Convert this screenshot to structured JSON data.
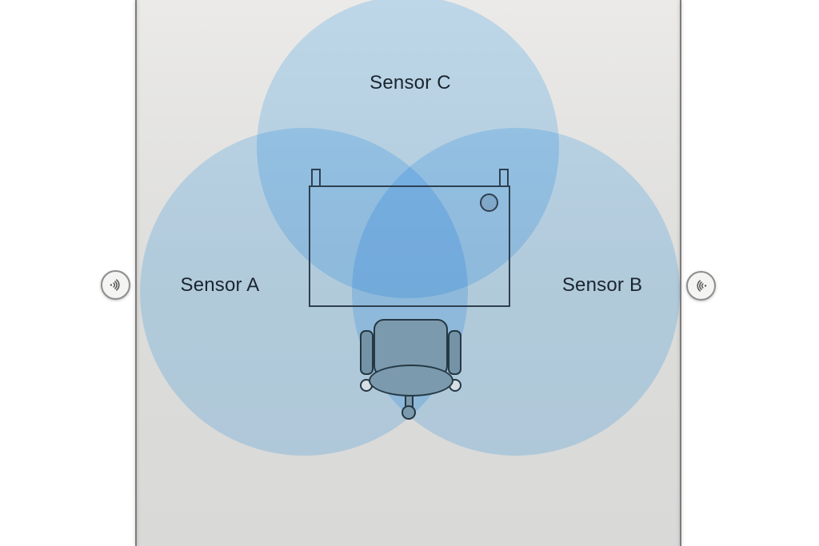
{
  "diagram": {
    "labels": {
      "sensor_a": "Sensor A",
      "sensor_b": "Sensor B",
      "sensor_c": "Sensor C"
    },
    "icons": {
      "left_device": "sound-wave-icon",
      "right_device": "sound-wave-icon"
    },
    "colors": {
      "page_bg": "#ffffff",
      "room_bg_top": "#ebeae8",
      "room_bg_bottom": "#d9d9d8",
      "wall_line": "#7c7c7c",
      "coverage_fill": "#cdeaff",
      "desk_outline": "#2e4050",
      "chair_fill": "#7b9aad",
      "chair_outline": "#253844",
      "device_fill": "#f4f4f2",
      "device_ring": "#8e8e8e",
      "device_glyph": "#5d5d5d",
      "label_text": "#1b2530"
    }
  }
}
